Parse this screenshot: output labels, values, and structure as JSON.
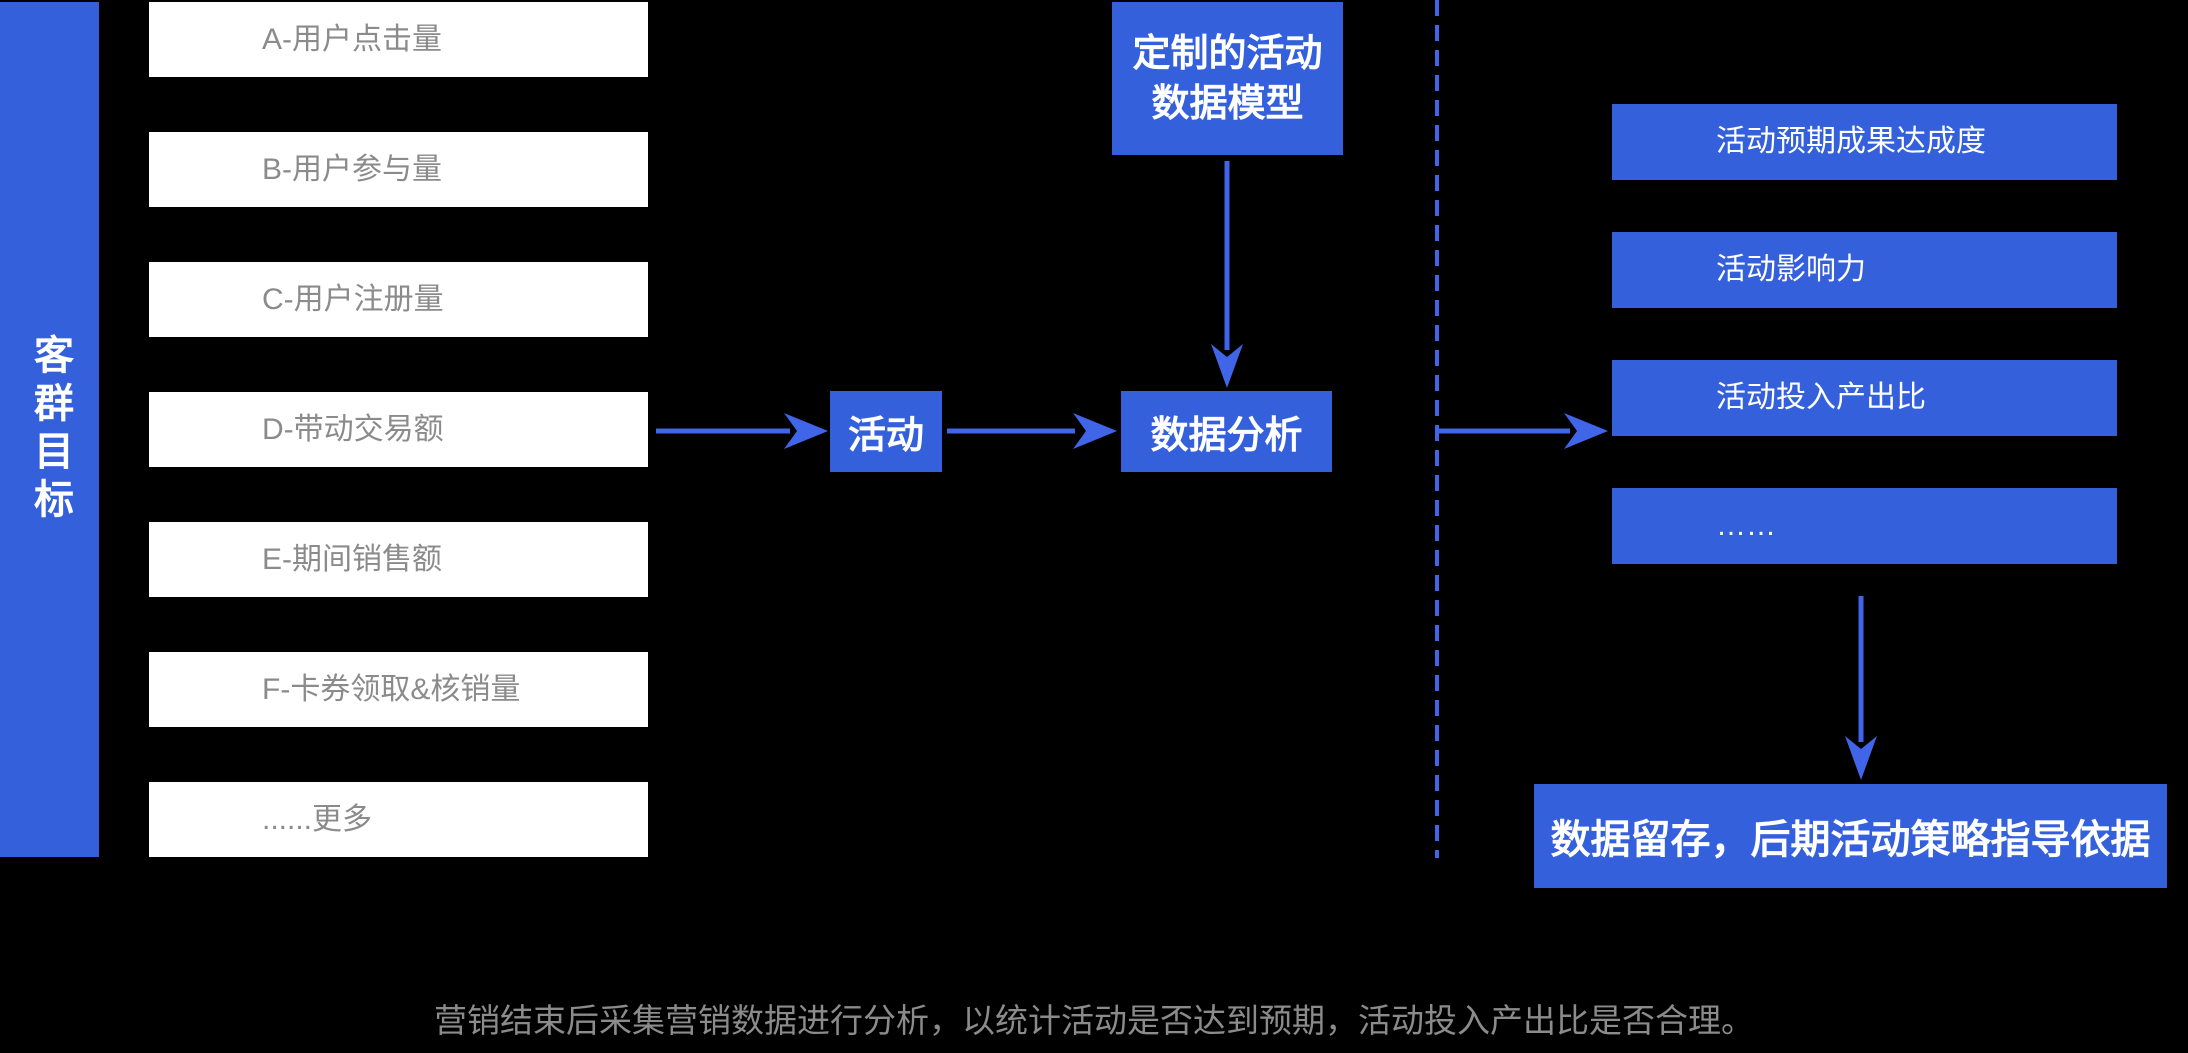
{
  "colors": {
    "background": "#000000",
    "node_blue": "#3560DC",
    "arrow_blue": "#4165E8",
    "box_white": "#FFFFFF",
    "grey_text": "#8B8B8B",
    "white_text": "#FFFFFF"
  },
  "sidebar": {
    "label": "客群目标"
  },
  "goals": {
    "items": [
      "A-用户点击量",
      "B-用户参与量",
      "C-用户注册量",
      "D-带动交易额",
      "E-期间销售额",
      "F-卡券领取&核销量",
      "......更多"
    ]
  },
  "flow": {
    "activity_label": "活动",
    "analysis_label": "数据分析",
    "model_label_line1": "定制的活动",
    "model_label_line2": "数据模型"
  },
  "results": {
    "items": [
      "活动预期成果达成度",
      "活动影响力",
      "活动投入产出比",
      "……"
    ],
    "conclusion": "数据留存，后期活动策略指导依据"
  },
  "caption": "营销结束后采集营销数据进行分析，以统计活动是否达到预期，活动投入产出比是否合理。"
}
